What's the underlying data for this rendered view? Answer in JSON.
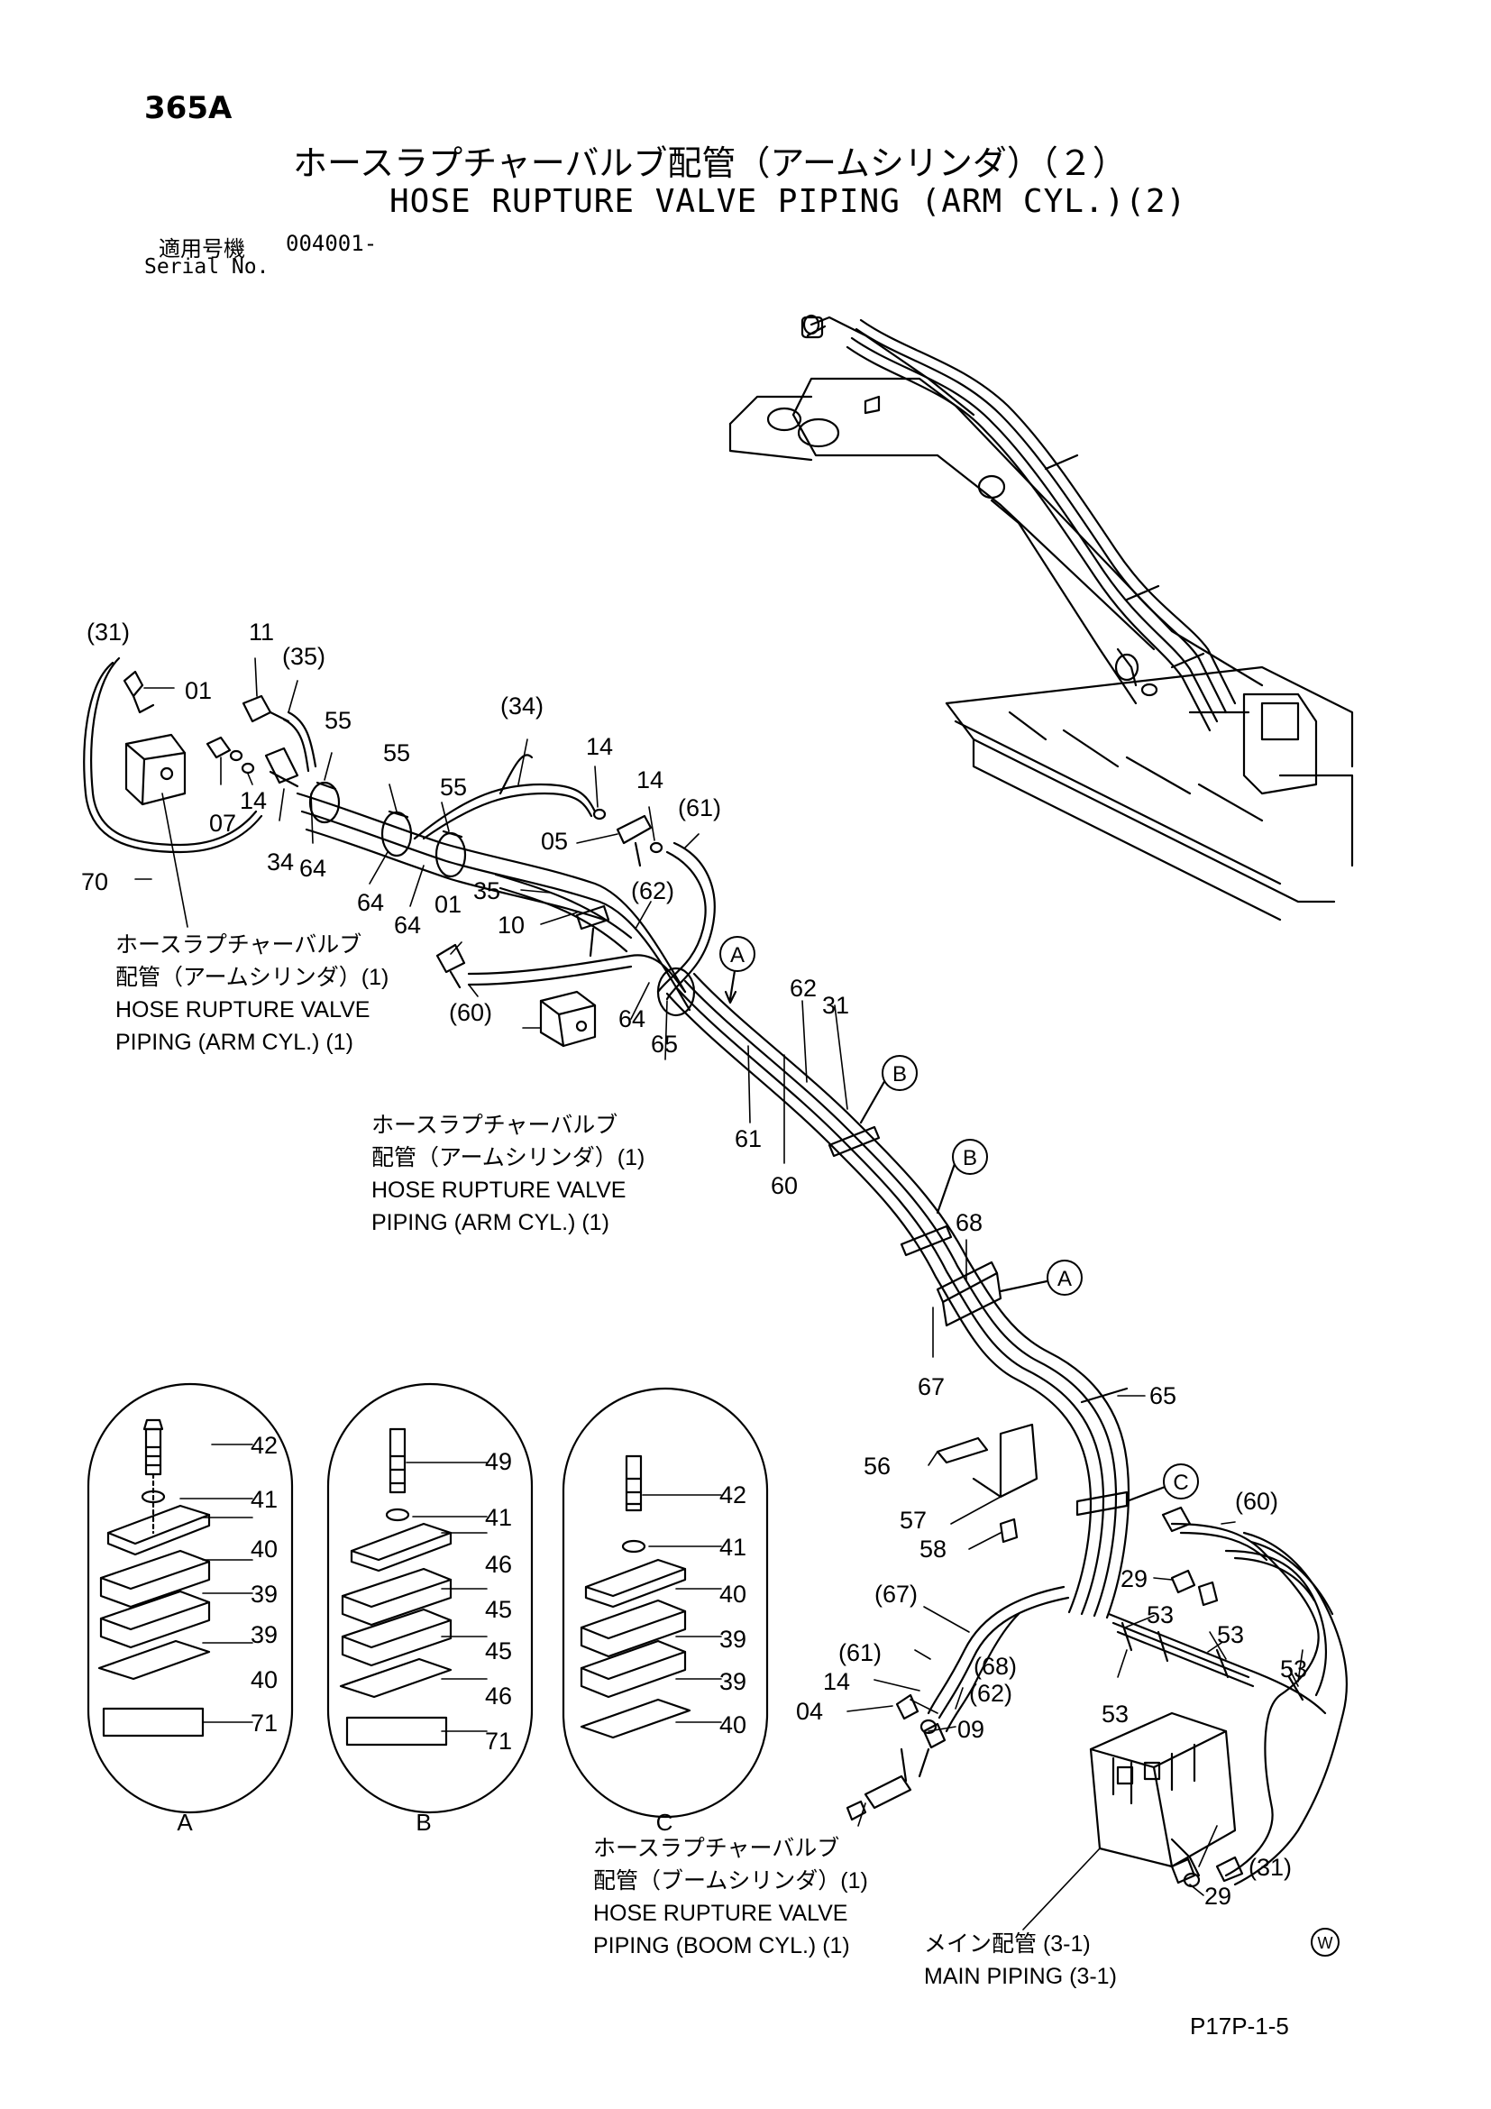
{
  "header": {
    "model": "365A",
    "title_jp": "ホースラプチャーバルブ配管（アームシリンダ）（２）",
    "title_en": "HOSE RUPTURE VALVE PIPING (ARM CYL.)(2)",
    "serial_jp": "適用号機",
    "serial_value": "004001-",
    "serial_en": "Serial No."
  },
  "callouts": {
    "c31a": "(31)",
    "c11": "11",
    "c35a": "(35)",
    "c01a": "01",
    "c55a": "55",
    "c55b": "55",
    "c55c": "55",
    "c34a": "(34)",
    "c14a": "14",
    "c14b": "14",
    "c61a": "(61)",
    "c07": "07",
    "c14c": "14",
    "c34b": "34",
    "c64a": "64",
    "c05": "05",
    "c64b": "64",
    "c64c": "64",
    "c70": "70",
    "c35b": "35",
    "c62a": "(62)",
    "c01b": "01",
    "c10": "10",
    "c60a": "(60)",
    "c64d": "64",
    "c65a": "65",
    "c62b": "62",
    "c31b": "31",
    "c61b": "61",
    "c60b": "60",
    "c68a": "68",
    "c67a": "67",
    "c65b": "65",
    "c42a": "42",
    "c41a": "41",
    "c40a": "40",
    "c39a": "39",
    "c39b": "39",
    "c40b": "40",
    "c71a": "71",
    "c49": "49",
    "c41b": "41",
    "c46a": "46",
    "c45a": "45",
    "c45b": "45",
    "c46b": "46",
    "c71b": "71",
    "c42b": "42",
    "c41c": "41",
    "c40c": "40",
    "c39c": "39",
    "c39d": "39",
    "c40d": "40",
    "c56": "56",
    "c57": "57",
    "c58": "58",
    "c60c": "(60)",
    "c29a": "29",
    "c67b": "(67)",
    "c53a": "53",
    "c53b": "53",
    "c61c": "(61)",
    "c68b": "(68)",
    "c14d": "14",
    "c62c": "(62)",
    "c04": "04",
    "c09": "09",
    "c53c": "53",
    "c53d": "53",
    "c31c": "(31)",
    "c29b": "29"
  },
  "circled": {
    "a1": "A",
    "b1": "B",
    "b2": "B",
    "a2": "A",
    "c1": "C",
    "detail_a": "A",
    "detail_b": "B",
    "detail_c": "C",
    "w_mark": "W"
  },
  "notes": {
    "note1": {
      "jp1": "ホースラプチャーバルブ",
      "jp2": "配管（アームシリンダ）(1)",
      "en1": "HOSE RUPTURE VALVE",
      "en2": "PIPING (ARM CYL.) (1)"
    },
    "note2": {
      "jp1": "ホースラプチャーバルブ",
      "jp2": "配管（アームシリンダ）(1)",
      "en1": "HOSE RUPTURE VALVE",
      "en2": "PIPING (ARM CYL.) (1)"
    },
    "note3": {
      "jp1": "ホースラプチャーバルブ",
      "jp2": "配管（ブームシリンダ）(1)",
      "en1": "HOSE RUPTURE VALVE",
      "en2": "PIPING (BOOM CYL.) (1)"
    },
    "note4": {
      "jp1": "メイン配管 (3-1)",
      "en1": "MAIN PIPING (3-1)"
    }
  },
  "footer": {
    "page_code": "P17P-1-5"
  }
}
